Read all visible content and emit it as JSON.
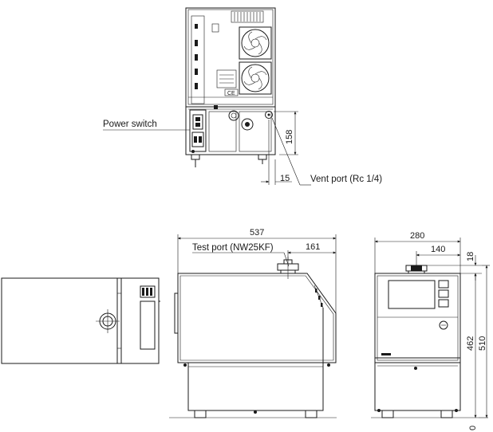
{
  "labels": {
    "power_switch": "Power switch",
    "vent_port": "Vent port (Rc 1/4)",
    "test_port": "Test port (NW25KF)",
    "ce_mark": "CE"
  },
  "dimensions": {
    "rear_vent_height": "158",
    "rear_vent_offset": "15",
    "side_width": "537",
    "side_test_port_offset": "161",
    "front_width": "280",
    "front_port_offset": "140",
    "front_port_height": "18",
    "front_body_height": "462",
    "front_total_height": "510",
    "front_zero": "0"
  }
}
